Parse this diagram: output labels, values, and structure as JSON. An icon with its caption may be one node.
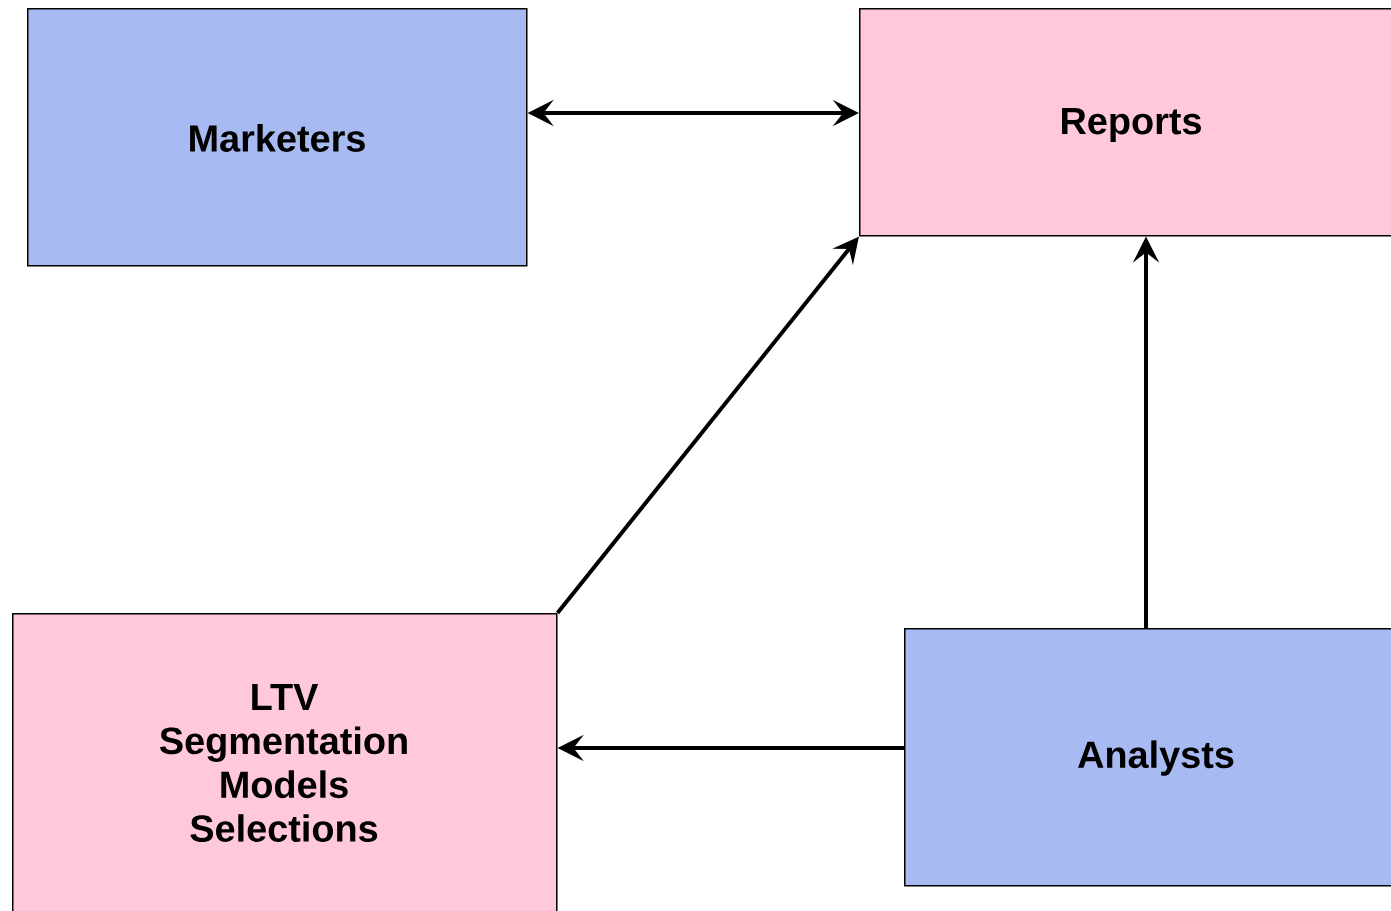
{
  "diagram": {
    "nodes": [
      {
        "text": [
          "Marketers"
        ]
      },
      {
        "text": [
          "Reports"
        ]
      },
      {
        "text": [
          "LTV",
          "Segmentation",
          "Models",
          "Selections"
        ]
      },
      {
        "text": [
          "Analysts"
        ]
      }
    ],
    "edges": [
      {
        "from": 0,
        "to": 1,
        "arrow": "both"
      },
      {
        "from": 2,
        "to": 1,
        "arrow": "to"
      },
      {
        "from": 3,
        "to": 1,
        "arrow": "to"
      },
      {
        "from": 3,
        "to": 2,
        "arrow": "to"
      }
    ]
  }
}
